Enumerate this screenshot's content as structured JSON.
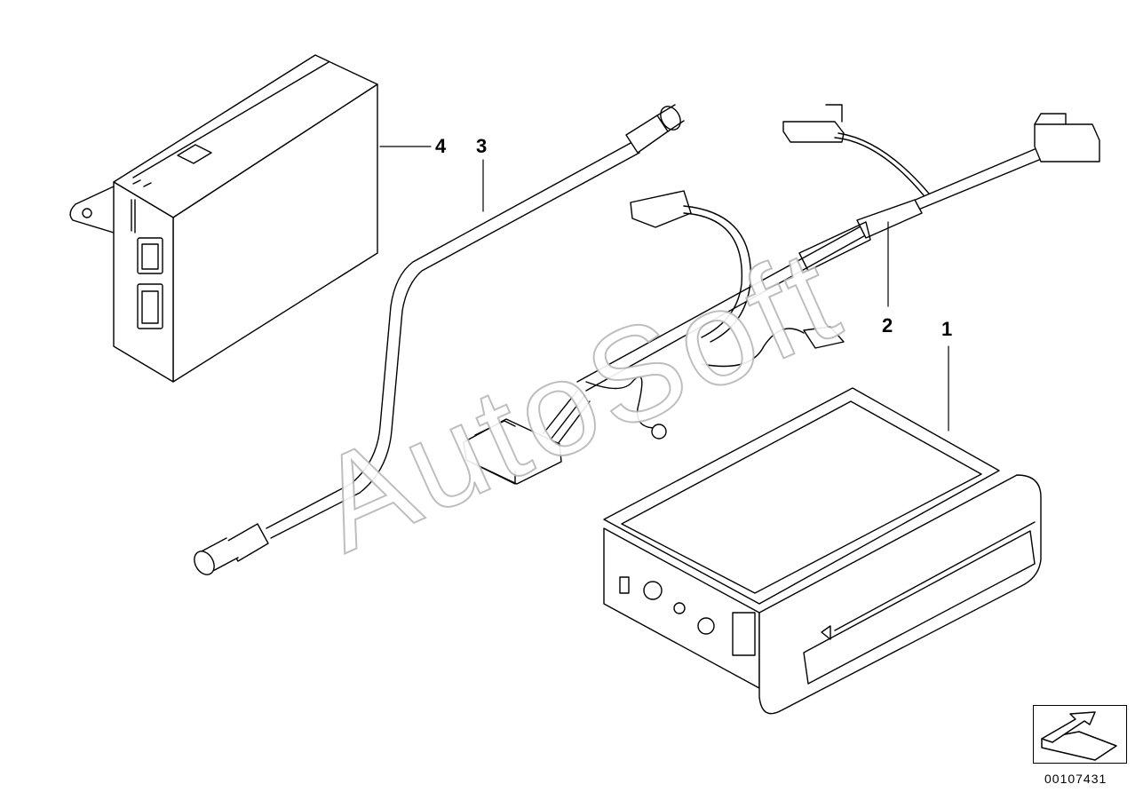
{
  "callouts": {
    "part_1": "1",
    "part_2": "2",
    "part_3": "3",
    "part_4": "4"
  },
  "watermark": "AutoSoft",
  "diagram_number": "00107431",
  "colors": {
    "line": "#000000",
    "watermark_outline": "#b8b8b8",
    "background": "#ffffff"
  },
  "icons": {
    "navigation": "arrow-icon"
  }
}
